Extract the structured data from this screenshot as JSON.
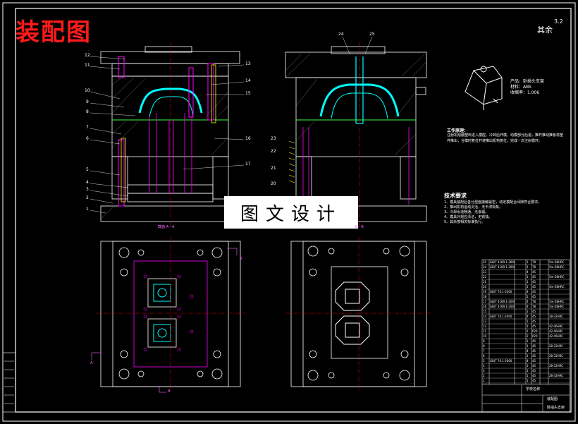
{
  "title": "装配图",
  "watermark": "图文设计",
  "roughness": {
    "label": "其余",
    "value": "3.2"
  },
  "part_info": [
    "产品：卧插头支架",
    "材料：ABS",
    "收缩率：1.006"
  ],
  "work_title": "工作原理：",
  "work_text": "注射机熔融塑料进入模腔，冷却后开模，动模部分后退，推杆推动推板将塑件推出，合模时复位杆使推出机构复位，完成一次注射循环。",
  "req_title": "技术要求",
  "req_text": [
    "1、模具装配后各分型面接触紧密，动定模配合间隙符合要求。",
    "2、推出机构运动灵活，无卡滞现象。",
    "3、冷却水道畅通，无渗漏。",
    "4、模具外观应清洁，无锈蚀。",
    "5、其余按相关标准执行。"
  ],
  "left_numbers": [
    "12",
    "11",
    "10",
    "9",
    "8",
    "7",
    "6",
    "5",
    "4",
    "3",
    "2",
    "1"
  ],
  "right_numbers": [
    "13",
    "14",
    "15",
    "16",
    "17"
  ],
  "top_numbers": [
    "24",
    "25"
  ],
  "side_numbers": [
    "23",
    "22",
    "21",
    "20"
  ],
  "section_labels": {
    "aa": "截面 A－A",
    "bb": "B－B"
  },
  "section_letters": {
    "a": "A",
    "b": "B"
  },
  "bom_rows": [
    [
      "25",
      "GB/T 4169.1-2006",
      "",
      "1",
      "T8",
      "",
      "5m-58HRC"
    ],
    [
      "24",
      "GB/T 4169.1-2006",
      "",
      "1",
      "T8",
      "",
      "5m-58HRC"
    ],
    [
      "23",
      "",
      "",
      "4",
      "45",
      "",
      ""
    ],
    [
      "22",
      "",
      "",
      "1",
      "45",
      "",
      "5m-58HRC"
    ],
    [
      "21",
      "",
      "",
      "1",
      "45",
      "",
      ""
    ],
    [
      "20",
      "",
      "",
      "1",
      "45",
      "",
      "5m-58HRC"
    ],
    [
      "19",
      "GB/T 70.1-2000",
      "",
      "4",
      "45",
      "",
      ""
    ],
    [
      "18",
      "",
      "",
      "1",
      "45",
      "",
      ""
    ],
    [
      "17",
      "GB/T 4169.1-2006",
      "",
      "4",
      "T8",
      "",
      "5m-58HRC"
    ],
    [
      "16",
      "GB/T 4169.1-2006",
      "",
      "4",
      "T8",
      "",
      "5m-58HRC"
    ],
    [
      "15",
      "",
      "",
      "1",
      "45",
      "",
      ""
    ],
    [
      "14",
      "GB/T 70.1-2000",
      "",
      "4",
      "45",
      "",
      "28-32HRC"
    ],
    [
      "13",
      "",
      "",
      "1",
      "45",
      "",
      ""
    ],
    [
      "12",
      "",
      "",
      "1",
      "45",
      "",
      "42-46HRC"
    ],
    [
      "11",
      "",
      "",
      "1",
      "P20",
      "",
      "42-46HRC"
    ],
    [
      "10",
      "",
      "",
      "2",
      "P20",
      "",
      "42-46HRC"
    ],
    [
      "9",
      "",
      "",
      "1",
      "45",
      "",
      ""
    ],
    [
      "8",
      "",
      "",
      "1",
      "45",
      "",
      "28-32HRC"
    ],
    [
      "7",
      "",
      "",
      "4",
      "45",
      "",
      ""
    ],
    [
      "6",
      "",
      "",
      "1",
      "45",
      "",
      "28-32HRC"
    ],
    [
      "5",
      "GB/T 70.1-2000",
      "",
      "4",
      "45",
      "",
      ""
    ],
    [
      "4",
      "",
      "",
      "1",
      "45",
      "",
      "28-32HRC"
    ],
    [
      "3",
      "",
      "",
      "1",
      "45",
      "",
      ""
    ],
    [
      "2",
      "",
      "",
      "1",
      "45",
      "",
      "28-32HRC"
    ],
    [
      "1",
      "",
      "",
      "1",
      "45",
      "",
      ""
    ]
  ],
  "title_block": {
    "part_name": "卧插头支架",
    "drawing": "装配图",
    "school": "学校名称"
  },
  "colors": {
    "outline": "#ffffff",
    "cyan": "#00ffff",
    "magenta": "#ff00ff",
    "red": "#ff0000",
    "green": "#00ff00",
    "yellow": "#ffff00"
  }
}
